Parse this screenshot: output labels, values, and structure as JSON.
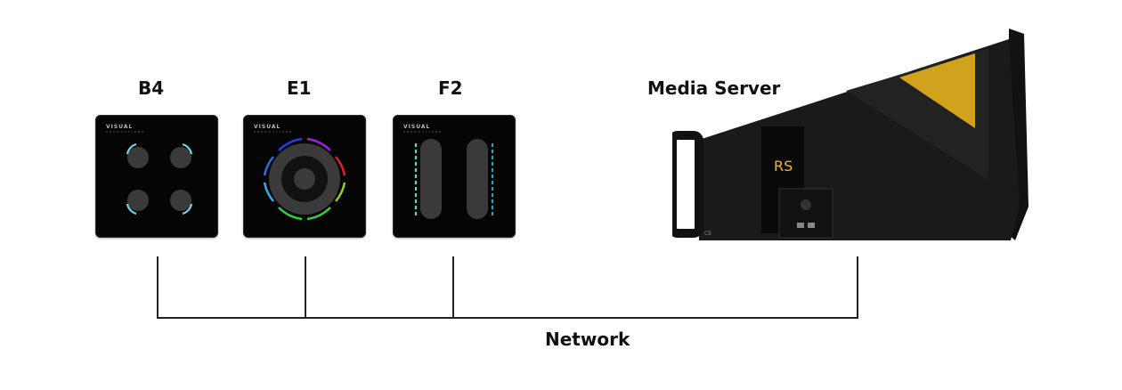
{
  "devices": [
    {
      "id": "b4",
      "label": "B4",
      "brand": "VISUAL",
      "brand_sub": "PRODUCTIONS"
    },
    {
      "id": "e1",
      "label": "E1",
      "brand": "VISUAL",
      "brand_sub": "PRODUCTIONS"
    },
    {
      "id": "f2",
      "label": "F2",
      "brand": "VISUAL",
      "brand_sub": "PRODUCTIONS"
    }
  ],
  "server": {
    "label": "Media Server",
    "logo": "RS",
    "badge": "CE"
  },
  "network": {
    "label": "Network"
  },
  "colors": {
    "accent_led": "#6fd8e8",
    "server_accent": "#f0b81a",
    "line": "#222222"
  }
}
